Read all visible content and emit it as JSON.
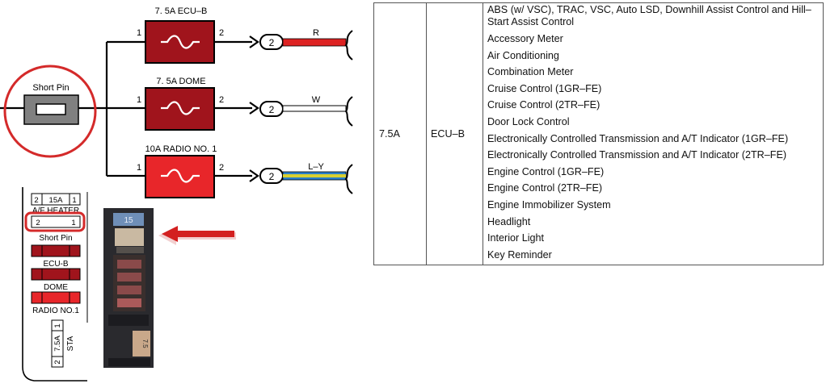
{
  "circuits": [
    {
      "fuse_label": "7. 5A ECU–B",
      "pin_in": "1",
      "pin_out": "2",
      "connector": "2",
      "wire": "R",
      "wire_color": "#dd2222",
      "fuse_fill": "#a0141c"
    },
    {
      "fuse_label": "7. 5A DOME",
      "pin_in": "1",
      "pin_out": "2",
      "connector": "2",
      "wire": "W",
      "wire_color": "#ffffff",
      "fuse_fill": "#a0141c"
    },
    {
      "fuse_label": "10A RADIO NO. 1",
      "pin_in": "1",
      "pin_out": "2",
      "connector": "2",
      "wire": "L–Y",
      "wire_color": "#2a7fc8",
      "wire_stripe": "#d8d030",
      "fuse_fill": "#e8262a"
    }
  ],
  "short_pin": {
    "label": "Short Pin",
    "fill": "#808080"
  },
  "fuse_box": {
    "af_heater_pin_left": "2",
    "af_heater_rating": "15A",
    "af_heater_pin_right": "1",
    "af_heater_label": "A/F HEATER",
    "short_pin_left": "2",
    "short_pin_right": "1",
    "short_pin_label": "Short Pin",
    "ecub_label": "ECU-B",
    "dome_label": "DOME",
    "radio_label": "RADIO NO.1",
    "sta_pin_left": "2",
    "sta_rating": "7.5A",
    "sta_pin_right": "1",
    "sta_label": "STA"
  },
  "photo": {
    "fuse_15": "15",
    "fuse_75": "7.5"
  },
  "colors": {
    "highlight_red": "#d42a2a",
    "arrow": "#d32020"
  },
  "table": {
    "rating": "7.5A",
    "fuse": "ECU–B",
    "systems": [
      "ABS (w/ VSC), TRAC, VSC, Auto LSD, Downhill Assist Control and Hill–Start Assist Control",
      "Accessory Meter",
      "Air Conditioning",
      "Combination Meter",
      "Cruise Control (1GR–FE)",
      "Cruise Control (2TR–FE)",
      "Door Lock Control",
      "Electronically Controlled Transmission and A/T Indicator (1GR–FE)",
      "Electronically Controlled Transmission and A/T Indicator (2TR–FE)",
      "Engine Control (1GR–FE)",
      "Engine Control (2TR–FE)",
      "Engine Immobilizer System",
      "Headlight",
      "Interior Light",
      "Key Reminder"
    ]
  }
}
